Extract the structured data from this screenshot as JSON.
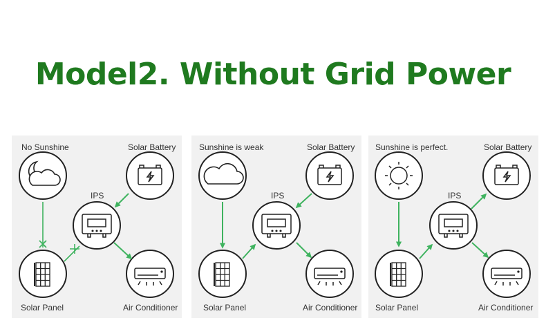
{
  "title": "Model2. Without Grid Power",
  "colors": {
    "title": "#1f7a1f",
    "flow_arrow": "#3fb35f",
    "panel_bg": "#f1f1f1",
    "icon_stroke": "#222222"
  },
  "panels": [
    {
      "sun_label": "No Sunshine",
      "battery_label": "Solar Battery",
      "inverter_label": "IPS",
      "panel_label": "Solar Panel",
      "ac_label": "Air Conditioner",
      "sun_icon": "moon-cloud-icon",
      "flow": "blocked"
    },
    {
      "sun_label": "Sunshine is weak",
      "battery_label": "Solar Battery",
      "inverter_label": "IPS",
      "panel_label": "Solar Panel",
      "ac_label": "Air Conditioner",
      "sun_icon": "cloud-icon",
      "flow": "battery-and-solar-to-load"
    },
    {
      "sun_label": "Sunshine is perfect.",
      "battery_label": "Solar Battery",
      "inverter_label": "IPS",
      "panel_label": "Solar Panel",
      "ac_label": "Air Conditioner",
      "sun_icon": "sun-icon",
      "flow": "solar-to-load-and-battery"
    }
  ]
}
